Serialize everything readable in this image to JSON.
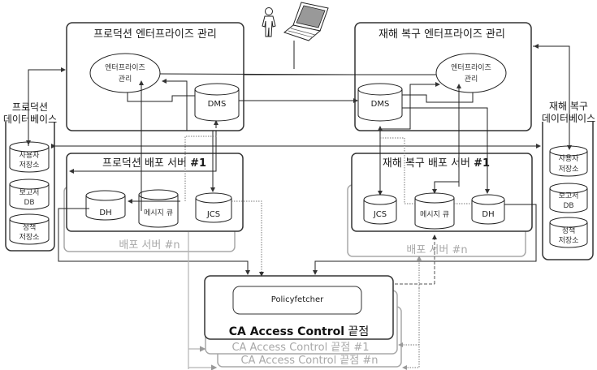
{
  "production_enterprise": {
    "title": "프로덕션 엔터프라이즈 관리",
    "ellipse_line1": "엔터프라이즈",
    "ellipse_line2": "관리",
    "dms": "DMS"
  },
  "dr_enterprise": {
    "title": "재해 복구 엔터프라이즈 관리",
    "ellipse_line1": "엔터프라이즈",
    "ellipse_line2": "관리",
    "dms": "DMS"
  },
  "production_database": {
    "title_line1": "프로덕션",
    "title_line2": "데이터베이스",
    "stores": [
      {
        "line1": "사용자",
        "line2": "저장소"
      },
      {
        "line1": "보고서",
        "line2": "DB"
      },
      {
        "line1": "정책",
        "line2": "저장소"
      }
    ]
  },
  "dr_database": {
    "title_line1": "재해 복구",
    "title_line2": "데이터베이스",
    "stores": [
      {
        "line1": "사용자",
        "line2": "저장소"
      },
      {
        "line1": "보고서",
        "line2": "DB"
      },
      {
        "line1": "정책",
        "line2": "저장소"
      }
    ]
  },
  "production_distribution": {
    "title_prefix": "프로덕션 배포 서버 ",
    "title_num": "#1",
    "n_label": "배포 서버 #n",
    "dh": "DH",
    "mq": "메시지 큐",
    "jcs": "JCS"
  },
  "dr_distribution": {
    "title_prefix": "재해 복구 배포 서버 ",
    "title_num": "#1",
    "n_label": "배포 서버 #n",
    "jcs": "JCS",
    "mq": "메시지 큐",
    "dh": "DH"
  },
  "endpoint": {
    "policyfetcher": "Policyfetcher",
    "title_bold": "CA Access Control",
    "title_suffix": " 끝점",
    "endpoint_1": "CA Access Control 끝점 #1",
    "endpoint_n": "CA Access Control 끝점 #n"
  },
  "icons": [
    "user-icon",
    "laptop-icon"
  ]
}
